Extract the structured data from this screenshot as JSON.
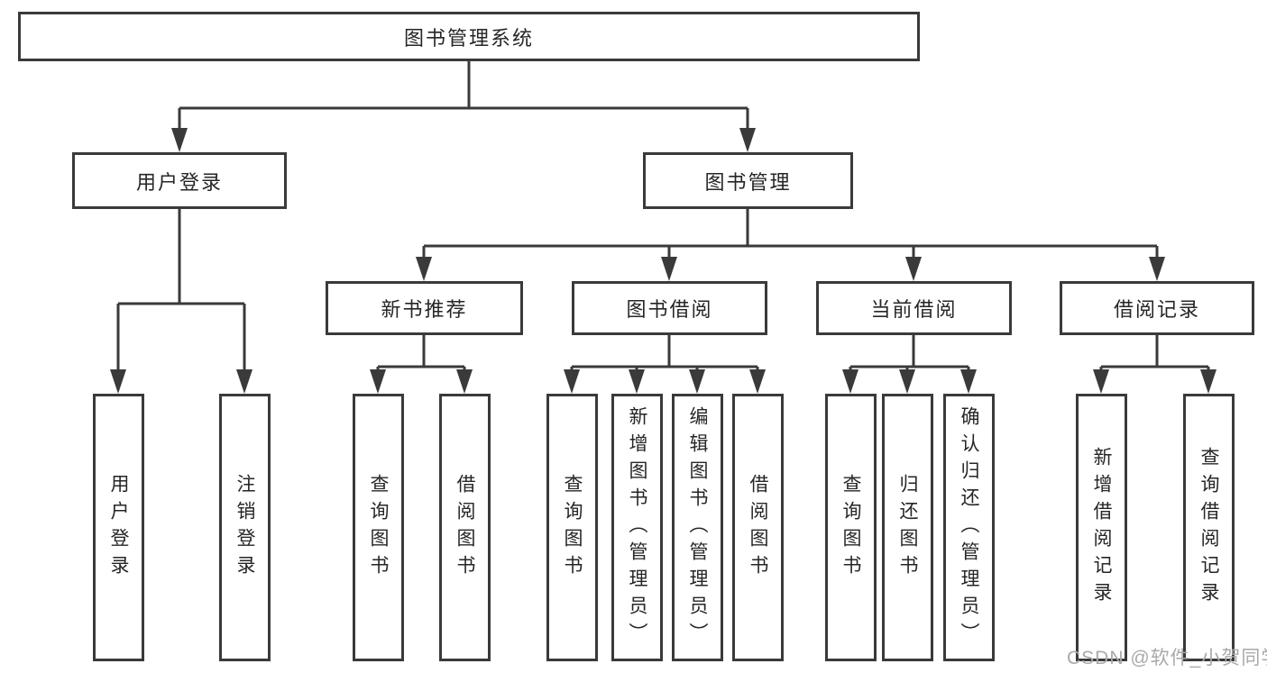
{
  "tree": {
    "label": "图书管理系统",
    "children": [
      {
        "label": "用户登录",
        "children": [
          {
            "label": "用户登录"
          },
          {
            "label": "注销登录"
          }
        ]
      },
      {
        "label": "图书管理",
        "children": [
          {
            "label": "新书推荐",
            "children": [
              {
                "label": "查询图书"
              },
              {
                "label": "借阅图书"
              }
            ]
          },
          {
            "label": "图书借阅",
            "children": [
              {
                "label": "查询图书"
              },
              {
                "label": "新增图书（管理员）"
              },
              {
                "label": "编辑图书（管理员）"
              },
              {
                "label": "借阅图书"
              }
            ]
          },
          {
            "label": "当前借阅",
            "children": [
              {
                "label": "查询图书"
              },
              {
                "label": "归还图书"
              },
              {
                "label": "确认归还（管理员）"
              }
            ]
          },
          {
            "label": "借阅记录",
            "children": [
              {
                "label": "新增借阅记录"
              },
              {
                "label": "查询借阅记录"
              }
            ]
          }
        ]
      }
    ]
  },
  "watermark": "CSDN @软件_小贺同学",
  "colors": {
    "line": "#3a3a3a",
    "text": "#262626",
    "watermark": "#a9a9a9",
    "background": "#ffffff"
  }
}
